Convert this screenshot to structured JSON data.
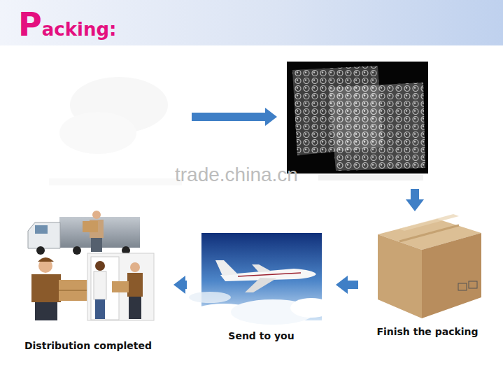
{
  "diagram": {
    "title": "Packing:",
    "nodes": [
      {
        "text": []
      },
      {
        "text": []
      },
      {
        "text": [
          "Finish the packing"
        ]
      },
      {
        "text": [
          "Send to you"
        ]
      },
      {
        "text": [
          "Distribution completed"
        ]
      }
    ],
    "edges": [
      {
        "from": 0,
        "to": 1,
        "arrow": "to"
      },
      {
        "from": 1,
        "to": 2,
        "arrow": "to"
      },
      {
        "from": 2,
        "to": 3,
        "arrow": "to"
      },
      {
        "from": 3,
        "to": 4,
        "arrow": "to"
      }
    ],
    "labels": [
      "trade.china.cn"
    ]
  }
}
